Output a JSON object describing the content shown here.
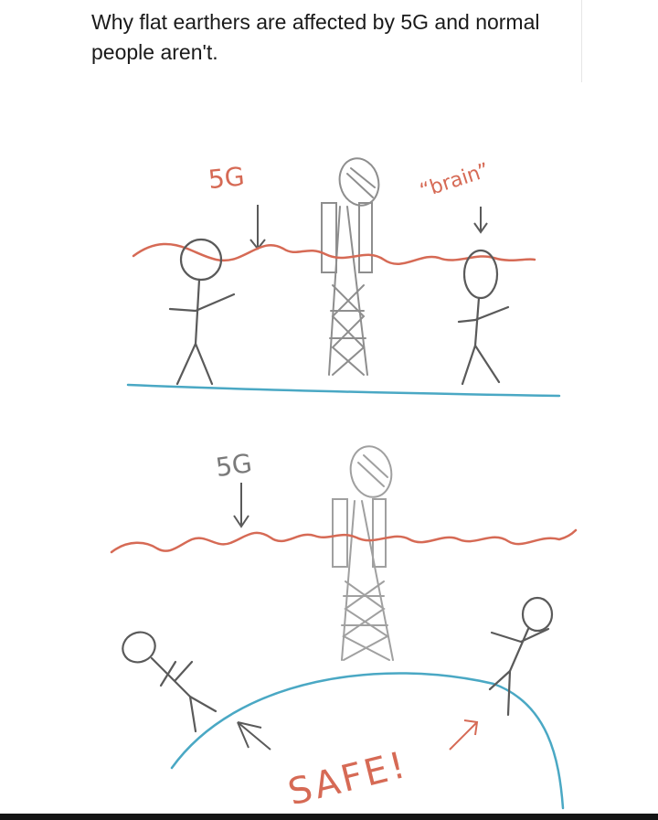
{
  "meme": {
    "caption": "Why flat earthers are affected by 5G and normal people aren't."
  },
  "panel_top": {
    "label_5g": "5G",
    "label_brain": "“brain”"
  },
  "panel_bottom": {
    "label_5g": "5G",
    "label_safe": "SAFE!"
  },
  "colors": {
    "pencil": "#5a5a5a",
    "signal_wave": "#d66a55",
    "ground_line": "#4aa8c4",
    "tower": "#8e8e8e"
  }
}
